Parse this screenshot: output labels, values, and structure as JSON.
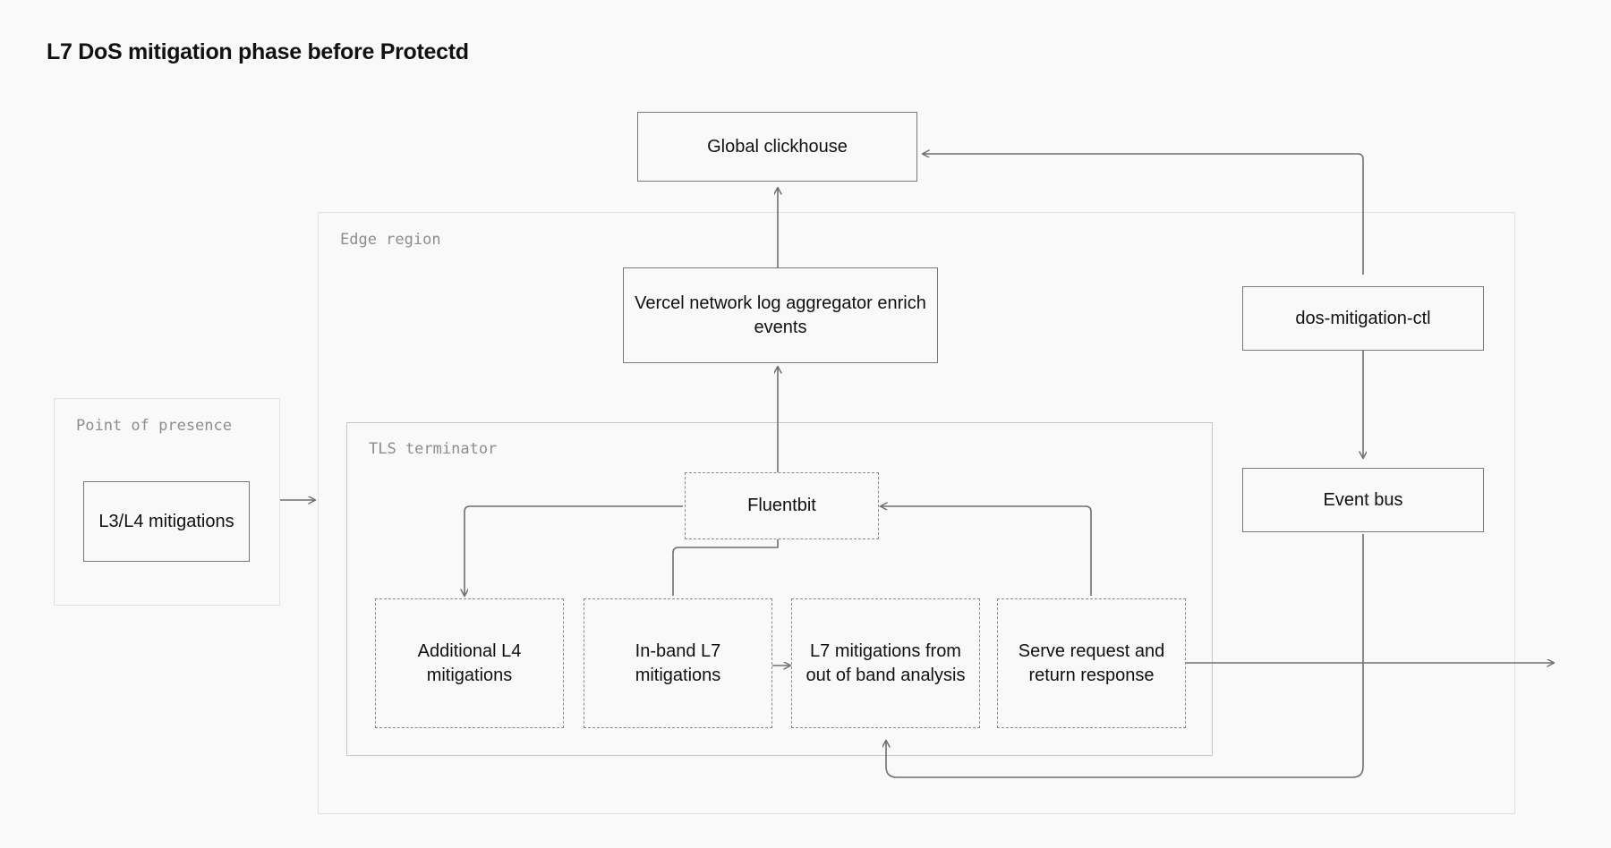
{
  "page": {
    "title": "L7 DoS mitigation phase before Protectd",
    "background_color": "#f9f9f9",
    "text_color": "#101010",
    "edge_color": "#6f6f6f",
    "group_label_color": "#8d8d8d"
  },
  "groups": {
    "edge_region": {
      "label": "Edge region"
    },
    "point_of_presence": {
      "label": "Point of presence"
    },
    "tls_terminator": {
      "label": "TLS terminator"
    }
  },
  "nodes": {
    "global_clickhouse": {
      "label": "Global clickhouse",
      "style": "solid"
    },
    "vercel_log_aggregator": {
      "label": "Vercel network log aggregator enrich events",
      "style": "solid"
    },
    "l3_l4_mitigations": {
      "label": "L3/L4 mitigations",
      "style": "solid"
    },
    "fluentbit": {
      "label": "Fluentbit",
      "style": "dashed"
    },
    "additional_l4_mitigations": {
      "label": "Additional L4 mitigations",
      "style": "dashed"
    },
    "in_band_l7_mitigations": {
      "label": "In-band L7 mitigations",
      "style": "dashed"
    },
    "l7_out_of_band": {
      "label": "L7 mitigations from out of band analysis",
      "style": "dashed"
    },
    "serve_request": {
      "label": "Serve request and return response",
      "style": "dashed"
    },
    "dos_mitigation_ctl": {
      "label": "dos-mitigation-ctl",
      "style": "solid"
    },
    "event_bus": {
      "label": "Event bus",
      "style": "solid"
    }
  },
  "edges": [
    {
      "from": "point_of_presence",
      "to": "edge_region",
      "arrow": true
    },
    {
      "from": "vercel_log_aggregator",
      "to": "global_clickhouse",
      "arrow": true
    },
    {
      "from": "fluentbit",
      "to": "vercel_log_aggregator",
      "arrow": true
    },
    {
      "from": "fluentbit",
      "to": "additional_l4_mitigations",
      "arrow": true
    },
    {
      "from": "in_band_l7_mitigations",
      "to": "fluentbit",
      "arrow": true
    },
    {
      "from": "in_band_l7_mitigations",
      "to": "l7_out_of_band",
      "arrow": true
    },
    {
      "from": "serve_request",
      "to": "fluentbit",
      "arrow": true
    },
    {
      "from": "serve_request",
      "to": "outside",
      "arrow": true
    },
    {
      "from": "dos_mitigation_ctl",
      "to": "global_clickhouse",
      "arrow": true
    },
    {
      "from": "dos_mitigation_ctl",
      "to": "event_bus",
      "arrow": true
    },
    {
      "from": "event_bus",
      "to": "l7_out_of_band",
      "arrow": true
    }
  ]
}
